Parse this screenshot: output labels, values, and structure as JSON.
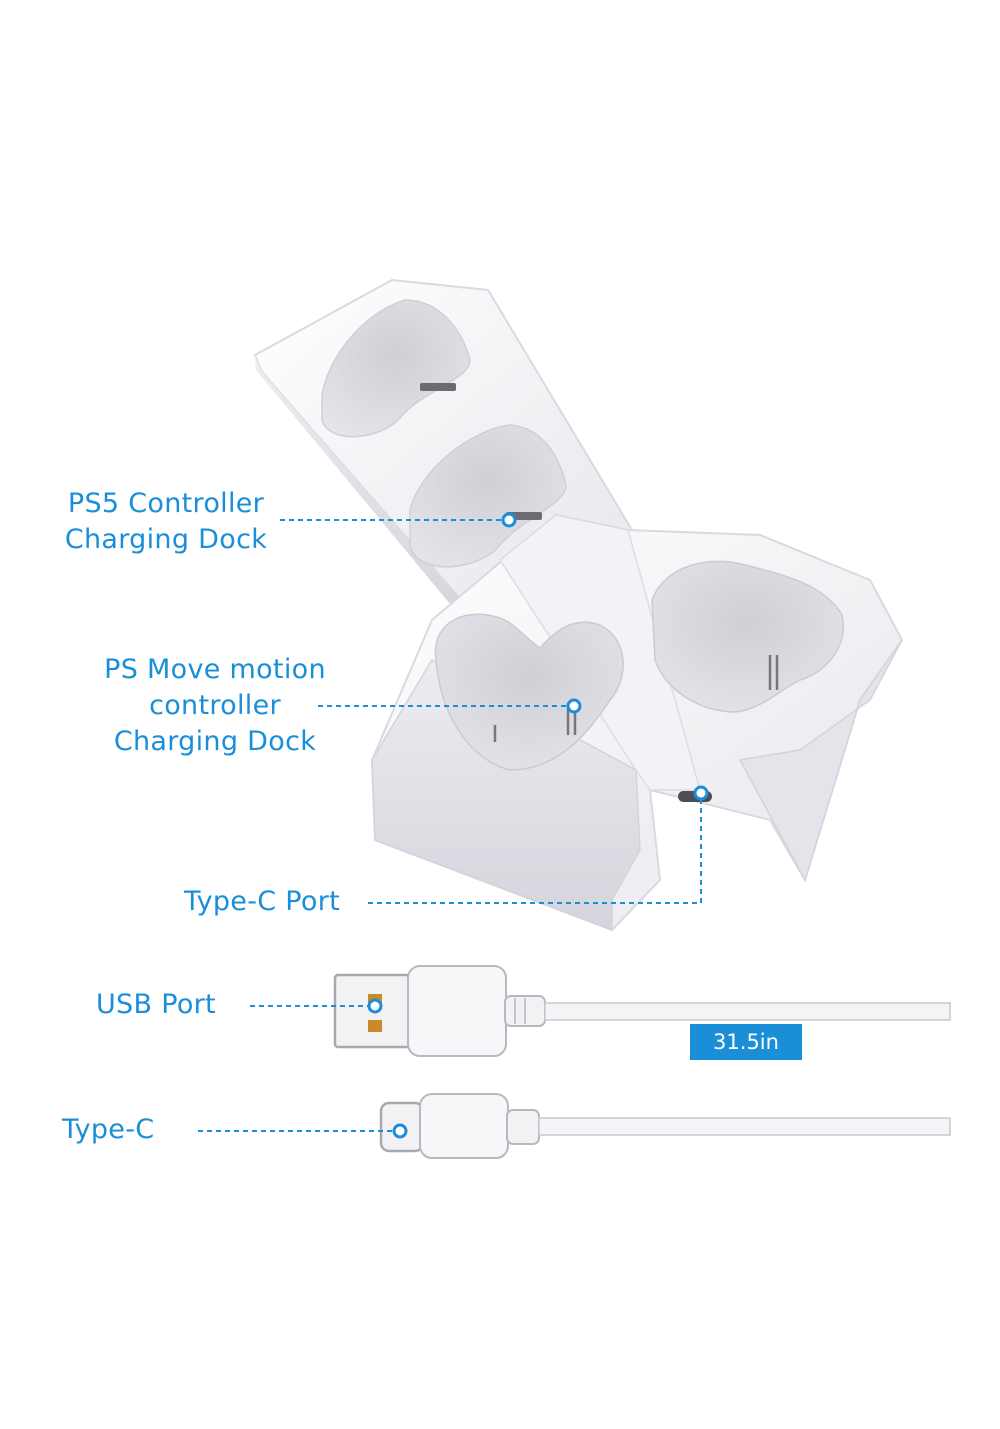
{
  "labels": {
    "ps5_dock": [
      "PS5 Controller",
      "Charging Dock"
    ],
    "move_dock": [
      "PS Move motion",
      "controller",
      "Charging Dock"
    ],
    "typec_port": "Type-C Port",
    "usb_port": "USB Port",
    "typec": "Type-C"
  },
  "cable_length": "31.5in",
  "colors": {
    "accent": "#1a8fd8",
    "device_white": "#f6f6f8",
    "cavity_gray": "#d8d8de"
  }
}
